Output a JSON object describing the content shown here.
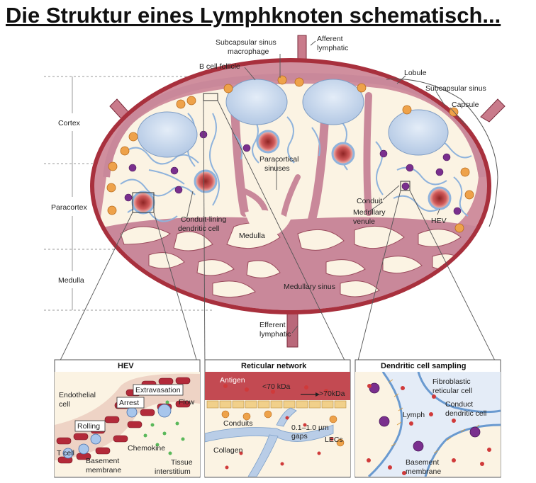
{
  "title": "Die Struktur eines Lymphknoten schematisch...",
  "labels": {
    "subcapsular_sinus_macrophage_l1": "Subcapsular sinus",
    "subcapsular_sinus_macrophage_l2": "macrophage",
    "afferent_l1": "Afferent",
    "afferent_l2": "lymphatic",
    "b_cell_follicle": "B cell follicle",
    "lobule": "Lobule",
    "subcapsular_sinus": "Subcapsular sinus",
    "capsule": "Capsule",
    "cortex": "Cortex",
    "paracortex": "Paracortex",
    "medulla_side": "Medulla",
    "paracortical_l1": "Paracortical",
    "paracortical_l2": "sinuses",
    "conduit_lining_l1": "Conduit-lining",
    "conduit_lining_l2": "dendritic cell",
    "medulla_center": "Medulla",
    "conduit": "Conduit",
    "medullary_venule_l1": "Medullary",
    "medullary_venule_l2": "venule",
    "hev": "HEV",
    "medullary_sinus": "Medullary sinus",
    "efferent_l1": "Efferent",
    "efferent_l2": "lymphatic"
  },
  "panel_hev": {
    "title": "HEV",
    "endothelial_l1": "Endothelial",
    "endothelial_l2": "cell",
    "extravasation": "Extravasation",
    "arrest": "Arrest",
    "flow": "Flow",
    "rolling": "Rolling",
    "chemokine": "Chemokine",
    "t_cell_l1": "T cell",
    "basement_l1": "Basement",
    "basement_l2": "membrane",
    "tissue_l1": "Tissue",
    "tissue_l2": "interstitium"
  },
  "panel_reticular": {
    "title": "Reticular network",
    "antigen": "Antigen",
    "lt70": "<70 kDa",
    "gt70": ">70kDa",
    "conduits": "Conduits",
    "gaps_l1": "0.1–1.0 µm",
    "gaps_l2": "gaps",
    "lecs": "LECs",
    "collagen": "Collagen"
  },
  "panel_dc": {
    "title": "Dendritic cell sampling",
    "fibroblastic_l1": "Fibroblastic",
    "fibroblastic_l2": "reticular cell",
    "lymph": "Lymph",
    "conduct_l1": "Conduct",
    "conduct_l2": "dendritic cell",
    "basement_l1": "Basement",
    "basement_l2": "membrane"
  },
  "colors": {
    "capsule_dark": "#b8323d",
    "sinus_pink": "#c9889a",
    "cortex_bg": "#fbf3e3",
    "follicle": "#c5d6ec",
    "conduit": "#8fb3dc",
    "hev": "#c24a4a",
    "dendritic": "#7a2f8e",
    "macrophage": "#eea24a"
  }
}
